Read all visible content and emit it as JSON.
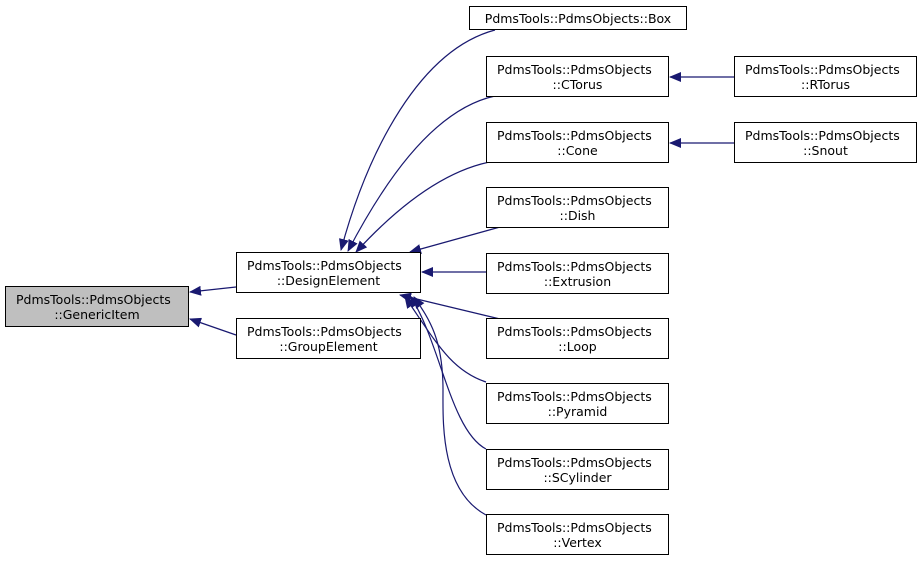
{
  "colors": {
    "edge": "#191970",
    "root_fill": "#bfbfbf",
    "node_fill": "#ffffff",
    "border": "#000000"
  },
  "nodes": {
    "generic_item": {
      "line1": "PdmsTools::PdmsObjects",
      "line2": "::GenericItem"
    },
    "design_element": {
      "line1": "PdmsTools::PdmsObjects",
      "line2": "::DesignElement"
    },
    "group_element": {
      "line1": "PdmsTools::PdmsObjects",
      "line2": "::GroupElement"
    },
    "box": {
      "line1": "PdmsTools::PdmsObjects::Box"
    },
    "ctorus": {
      "line1": "PdmsTools::PdmsObjects",
      "line2": "::CTorus"
    },
    "cone": {
      "line1": "PdmsTools::PdmsObjects",
      "line2": "::Cone"
    },
    "dish": {
      "line1": "PdmsTools::PdmsObjects",
      "line2": "::Dish"
    },
    "extrusion": {
      "line1": "PdmsTools::PdmsObjects",
      "line2": "::Extrusion"
    },
    "loop": {
      "line1": "PdmsTools::PdmsObjects",
      "line2": "::Loop"
    },
    "pyramid": {
      "line1": "PdmsTools::PdmsObjects",
      "line2": "::Pyramid"
    },
    "scylinder": {
      "line1": "PdmsTools::PdmsObjects",
      "line2": "::SCylinder"
    },
    "vertex": {
      "line1": "PdmsTools::PdmsObjects",
      "line2": "::Vertex"
    },
    "rtorus": {
      "line1": "PdmsTools::PdmsObjects",
      "line2": "::RTorus"
    },
    "snout": {
      "line1": "PdmsTools::PdmsObjects",
      "line2": "::Snout"
    }
  },
  "edges": [
    {
      "from": "design_element",
      "to": "generic_item"
    },
    {
      "from": "group_element",
      "to": "generic_item"
    },
    {
      "from": "box",
      "to": "design_element"
    },
    {
      "from": "ctorus",
      "to": "design_element"
    },
    {
      "from": "cone",
      "to": "design_element"
    },
    {
      "from": "dish",
      "to": "design_element"
    },
    {
      "from": "extrusion",
      "to": "design_element"
    },
    {
      "from": "loop",
      "to": "design_element"
    },
    {
      "from": "pyramid",
      "to": "design_element"
    },
    {
      "from": "scylinder",
      "to": "design_element"
    },
    {
      "from": "vertex",
      "to": "design_element"
    },
    {
      "from": "rtorus",
      "to": "ctorus"
    },
    {
      "from": "snout",
      "to": "cone"
    }
  ]
}
